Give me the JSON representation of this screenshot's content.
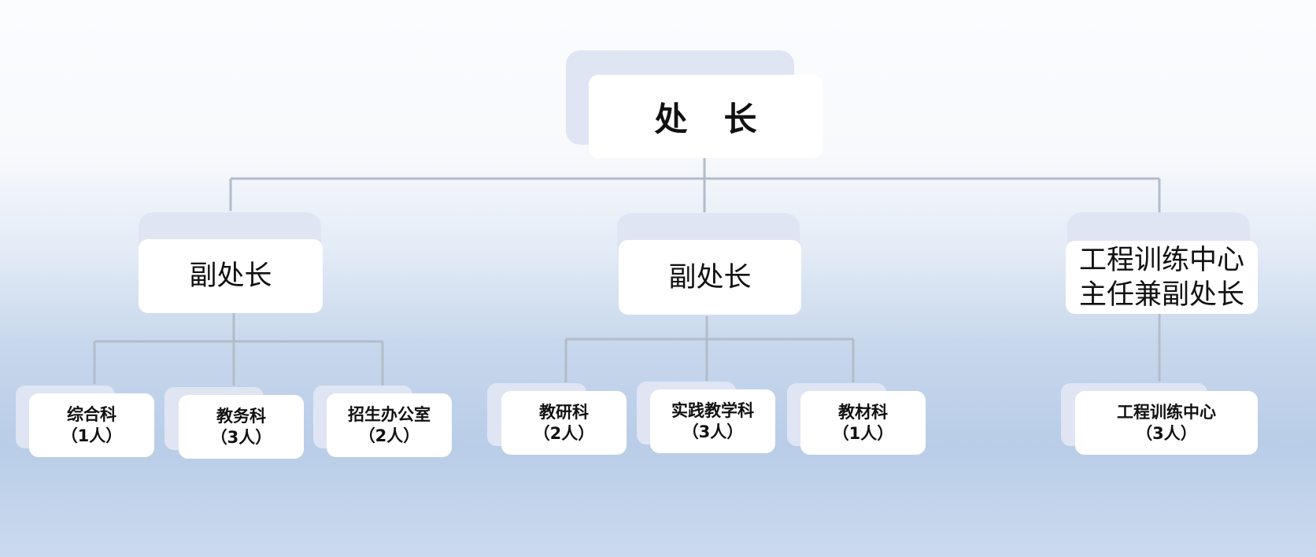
{
  "chief": {
    "label_left": "处",
    "label_right": "长"
  },
  "deputies": [
    {
      "lines": [
        "副处长"
      ]
    },
    {
      "lines": [
        "副处长"
      ]
    },
    {
      "lines": [
        "工程训练中心",
        "主任兼副处长"
      ]
    }
  ],
  "sections": [
    {
      "name": "综合科",
      "count": "（1人）"
    },
    {
      "name": "教务科",
      "count": "（3人）"
    },
    {
      "name": "招生办公室",
      "count": "（2人）"
    },
    {
      "name": "教研科",
      "count": "（2人）"
    },
    {
      "name": "实践教学科",
      "count": "（3人）"
    },
    {
      "name": "教材科",
      "count": "（1人）"
    },
    {
      "name": "工程训练中心",
      "count": "（3人）"
    }
  ],
  "colors": {
    "connector": "#b3bcc9",
    "card": "#ffffff",
    "card_shadow": "#dfe5f3"
  }
}
